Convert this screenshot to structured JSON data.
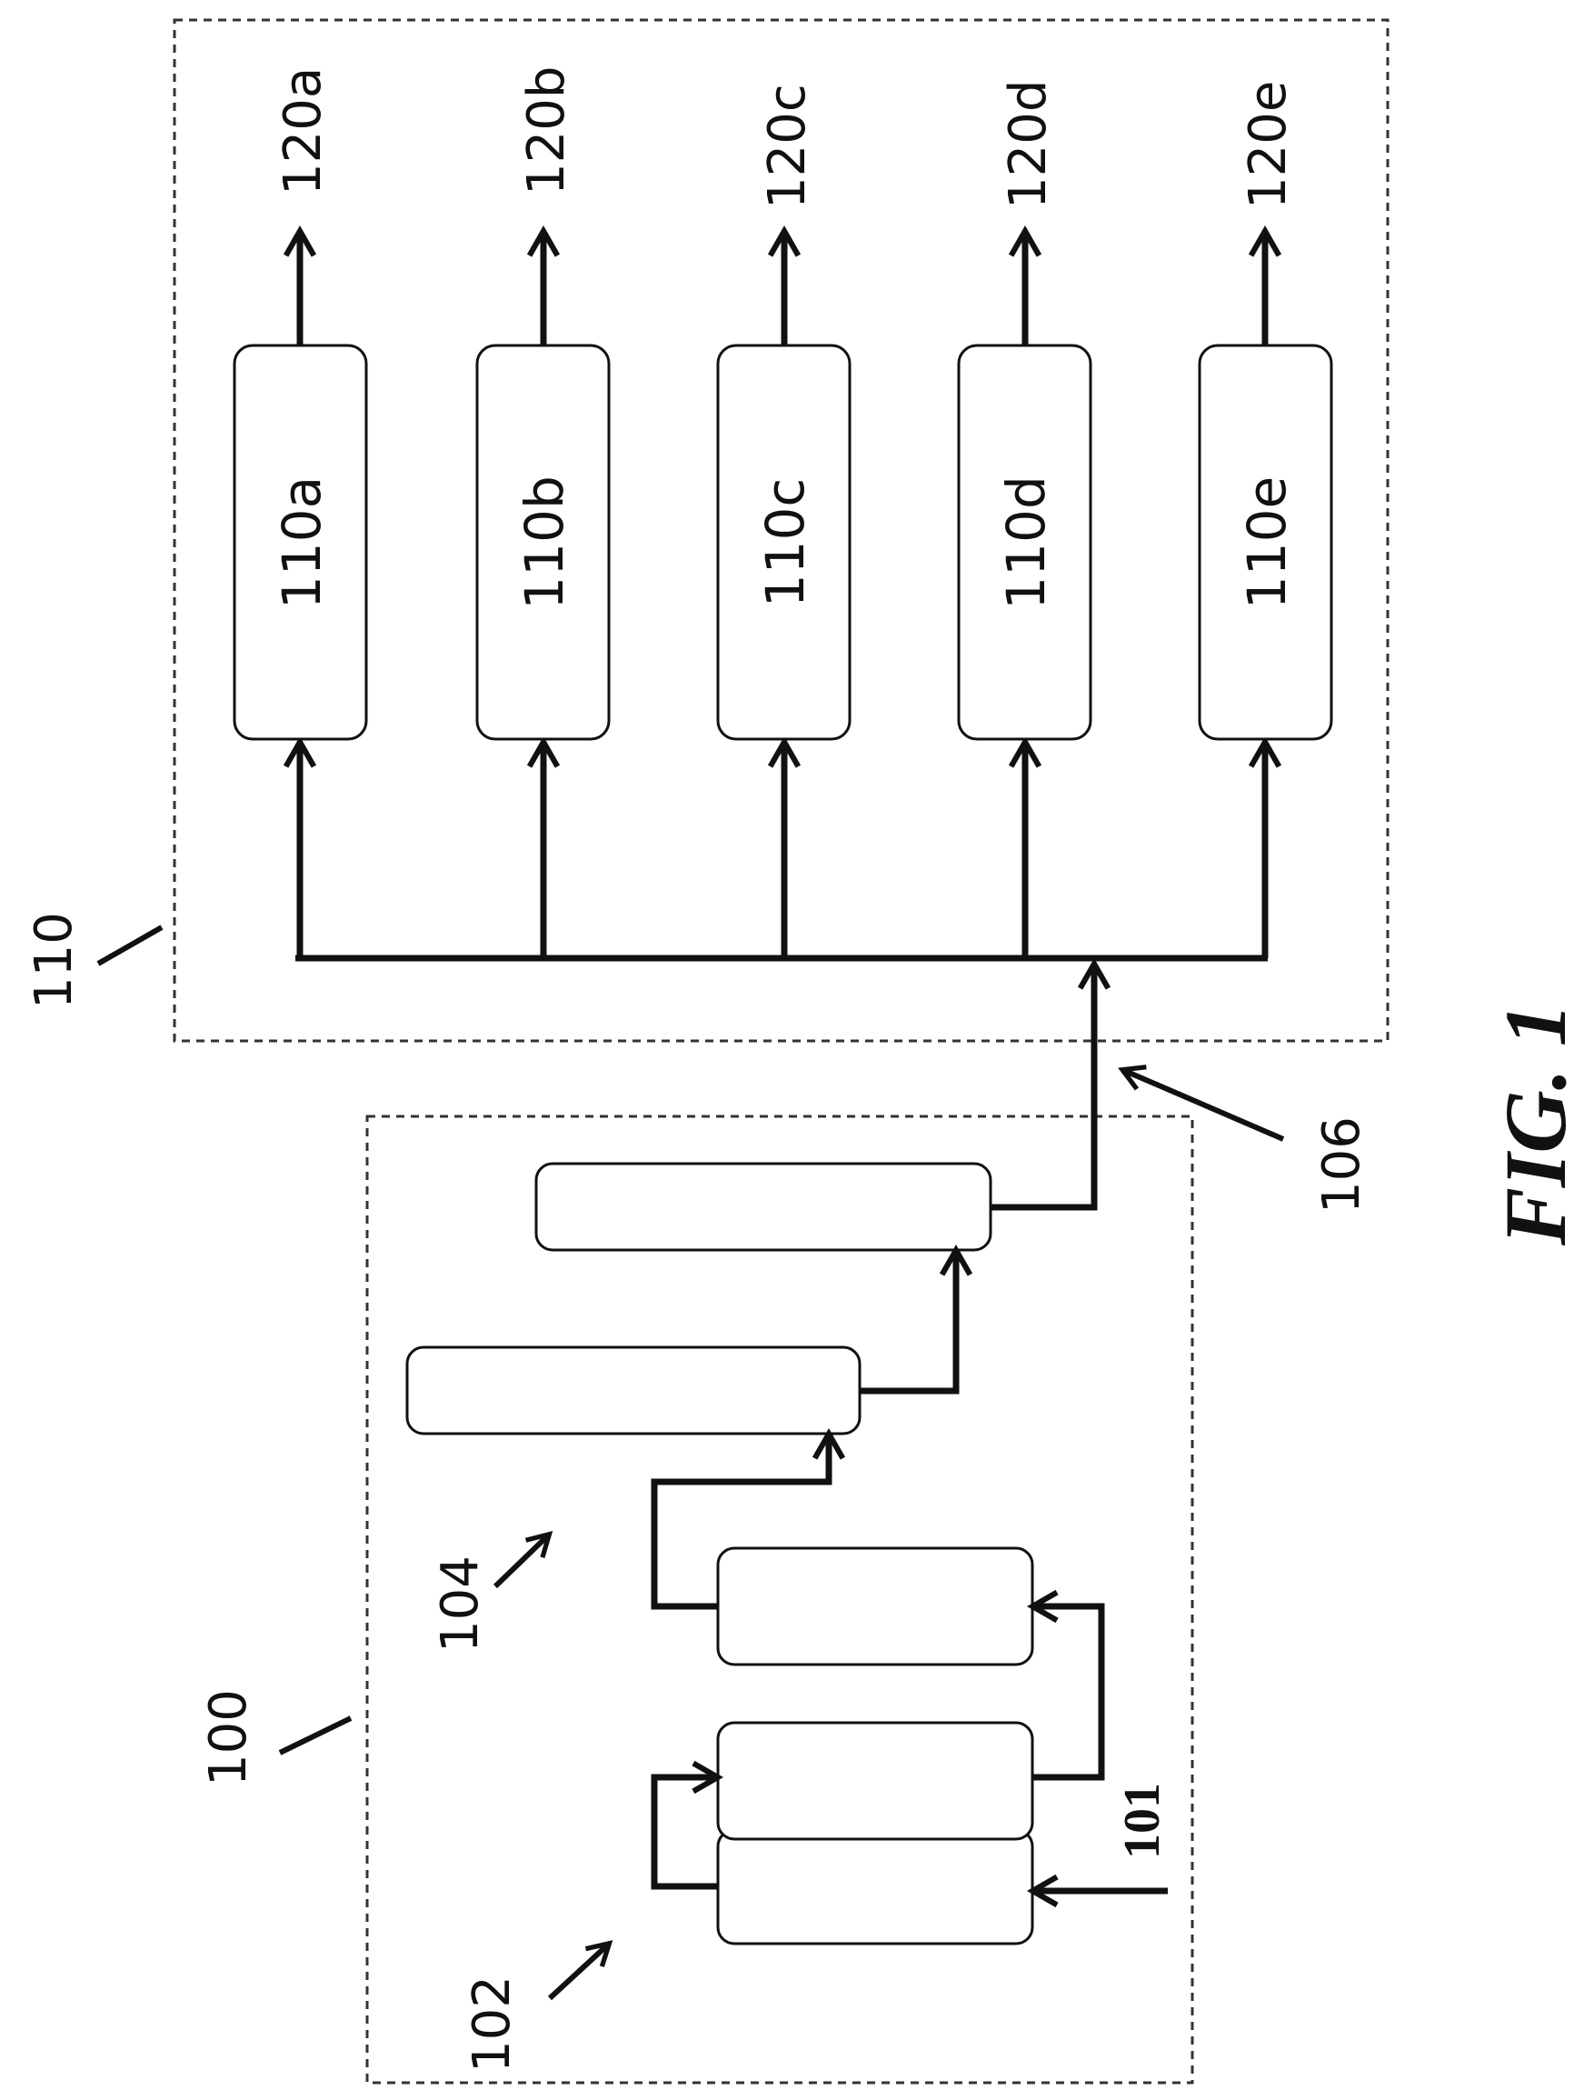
{
  "figure_label": "FIG. 1",
  "system_refs": {
    "left_group": "100",
    "right_group": "110",
    "input": "101",
    "first_stage": "102",
    "second_stage": "104",
    "connection": "106"
  },
  "decoders": [
    {
      "label": "110a",
      "output": "120a"
    },
    {
      "label": "110b",
      "output": "120b"
    },
    {
      "label": "110c",
      "output": "120c"
    },
    {
      "label": "110d",
      "output": "120d"
    },
    {
      "label": "110e",
      "output": "120e"
    }
  ]
}
